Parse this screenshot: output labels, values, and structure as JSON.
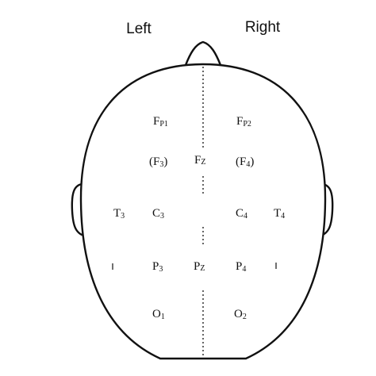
{
  "labels": {
    "left": "Left",
    "right": "Right"
  },
  "electrodes": [
    {
      "id": "fp1",
      "open": "",
      "main": "F",
      "sub": "P1",
      "close": ""
    },
    {
      "id": "fp2",
      "open": "",
      "main": "F",
      "sub": "P2",
      "close": ""
    },
    {
      "id": "f3",
      "open": "(",
      "main": "F",
      "sub": "3",
      "close": ")"
    },
    {
      "id": "fz",
      "open": "",
      "main": "F",
      "sub": "Z",
      "close": ""
    },
    {
      "id": "f4",
      "open": "(",
      "main": "F",
      "sub": "4",
      "close": ")"
    },
    {
      "id": "t3",
      "open": "",
      "main": "T",
      "sub": "3",
      "close": ""
    },
    {
      "id": "c3",
      "open": "",
      "main": "C",
      "sub": "3",
      "close": ""
    },
    {
      "id": "c4",
      "open": "",
      "main": "C",
      "sub": "4",
      "close": ""
    },
    {
      "id": "t4",
      "open": "",
      "main": "T",
      "sub": "4",
      "close": ""
    },
    {
      "id": "p3",
      "open": "",
      "main": "P",
      "sub": "3",
      "close": ""
    },
    {
      "id": "pz",
      "open": "",
      "main": "P",
      "sub": "Z",
      "close": ""
    },
    {
      "id": "p4",
      "open": "",
      "main": "P",
      "sub": "4",
      "close": ""
    },
    {
      "id": "o1",
      "open": "",
      "main": "O",
      "sub": "1",
      "close": ""
    },
    {
      "id": "o2",
      "open": "",
      "main": "O",
      "sub": "2",
      "close": ""
    }
  ]
}
